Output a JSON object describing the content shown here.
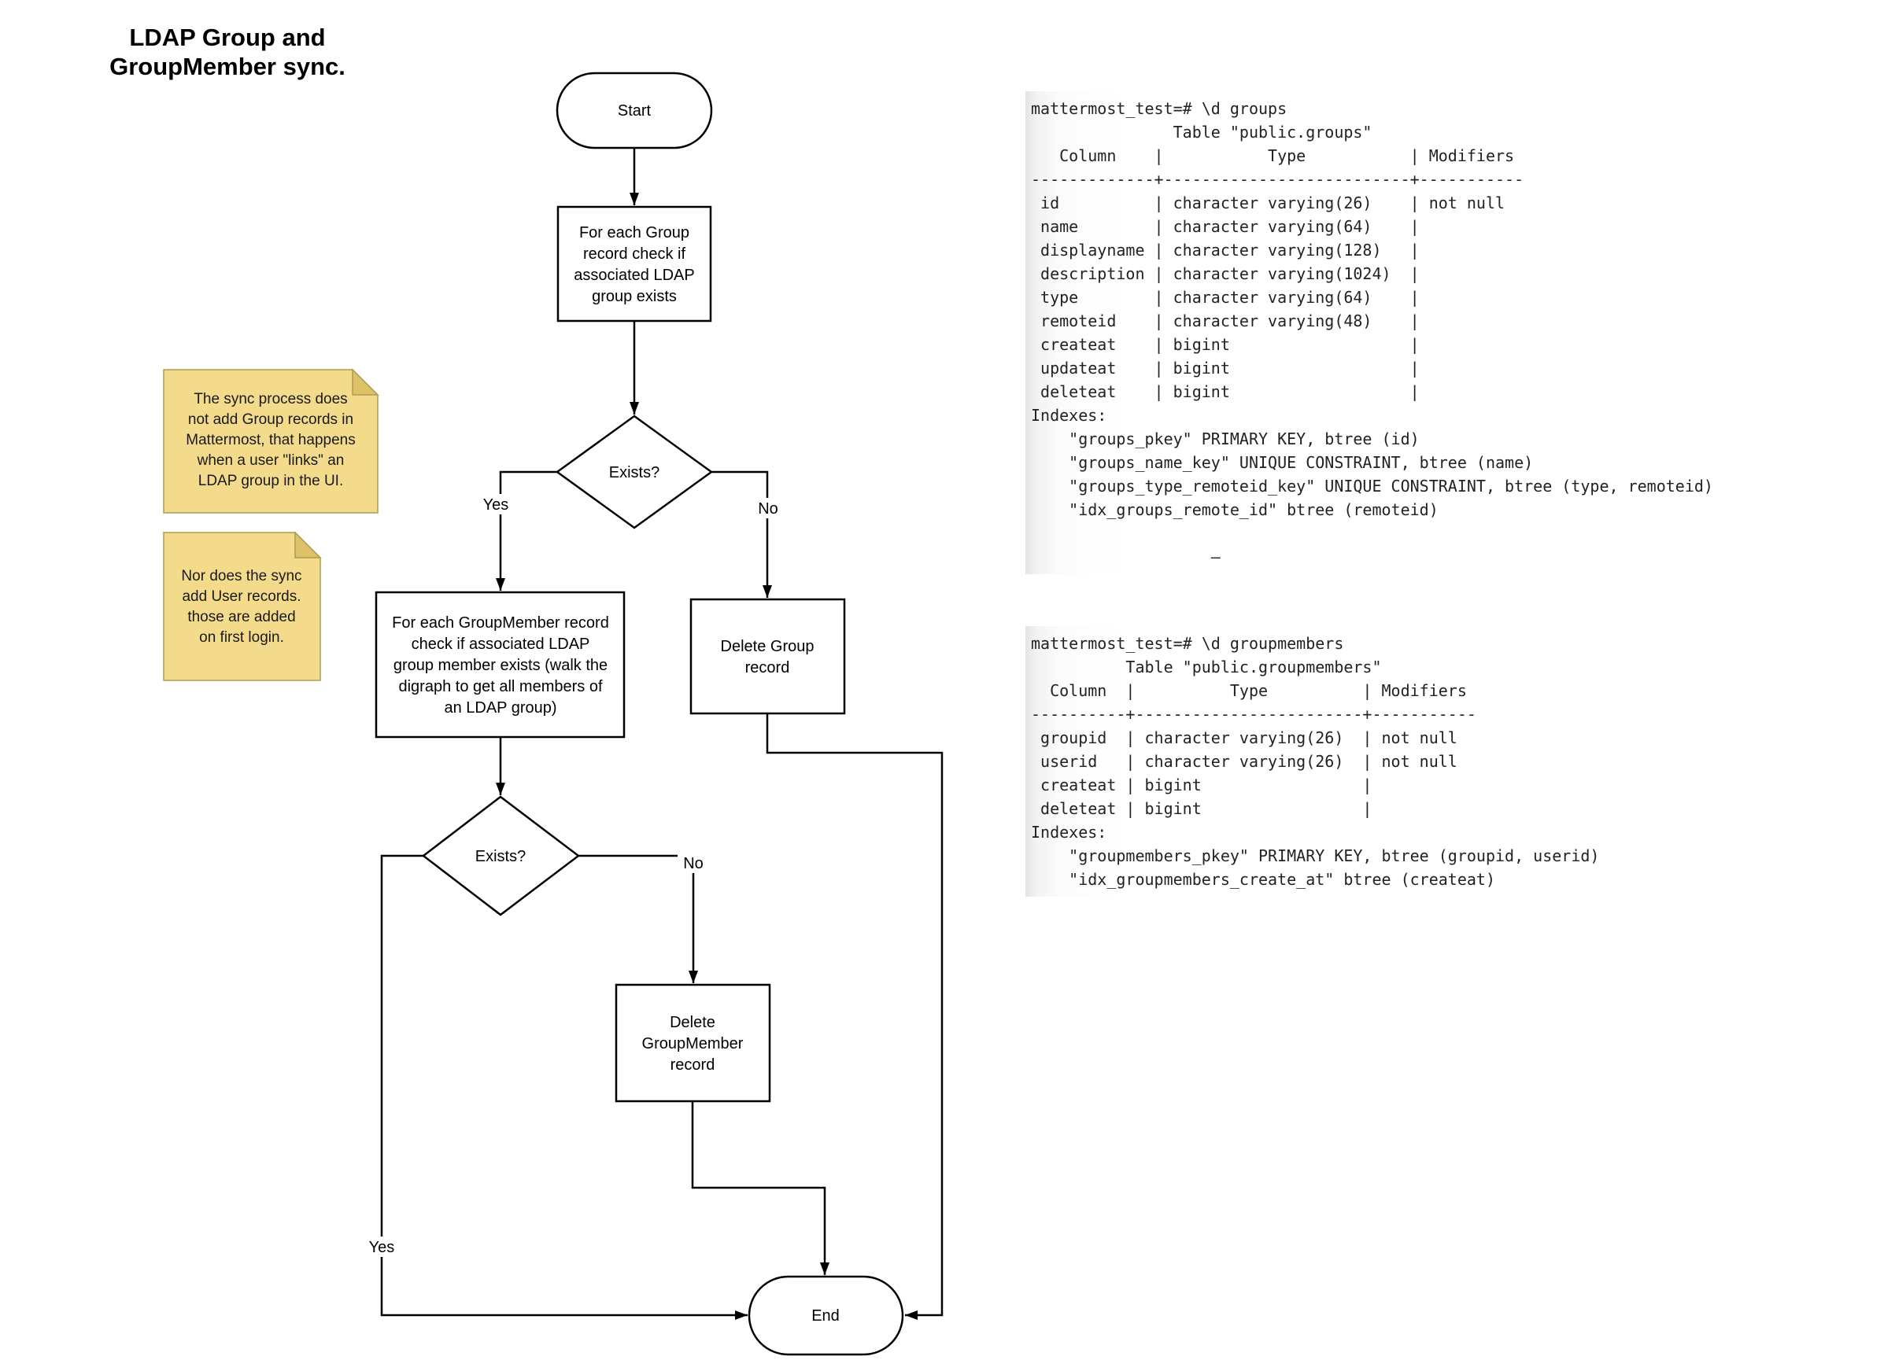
{
  "title": {
    "lines": [
      "LDAP Group and",
      "GroupMember sync."
    ]
  },
  "flowchart": {
    "start_label": "Start",
    "check_group_box": {
      "lines": [
        "For each Group",
        "record check if",
        "associated LDAP",
        "group exists"
      ]
    },
    "exists_decision_1": "Exists?",
    "yes_label_1": "Yes",
    "no_label_1": "No",
    "check_groupmember_box": {
      "lines": [
        "For each GroupMember record",
        "check if associated LDAP",
        "group member exists (walk the",
        "digraph to get all members of",
        "an LDAP group)"
      ]
    },
    "delete_group_box": {
      "lines": [
        "Delete Group",
        "record"
      ]
    },
    "exists_decision_2": "Exists?",
    "yes_label_2": "Yes",
    "no_label_2": "No",
    "delete_groupmember_box": {
      "lines": [
        "Delete",
        "GroupMember",
        "record"
      ]
    },
    "end_label": "End"
  },
  "notes": [
    {
      "lines": [
        "The sync process does",
        "not add Group records in",
        "Mattermost, that happens",
        "when a user \"links\" an",
        "LDAP group in the UI."
      ]
    },
    {
      "lines": [
        "Nor does the sync",
        "add User records.",
        "those are added",
        "on first login."
      ]
    }
  ],
  "terminals": [
    {
      "lines": [
        "mattermost_test=# \\d groups",
        "               Table \"public.groups\"",
        "   Column    |           Type           | Modifiers",
        "-------------+--------------------------+-----------",
        " id          | character varying(26)    | not null",
        " name        | character varying(64)    | ",
        " displayname | character varying(128)   | ",
        " description | character varying(1024)  | ",
        " type        | character varying(64)    | ",
        " remoteid    | character varying(48)    | ",
        " createat    | bigint                   | ",
        " updateat    | bigint                   | ",
        " deleteat    | bigint                   | ",
        "Indexes:",
        "    \"groups_pkey\" PRIMARY KEY, btree (id)",
        "    \"groups_name_key\" UNIQUE CONSTRAINT, btree (name)",
        "    \"groups_type_remoteid_key\" UNIQUE CONSTRAINT, btree (type, remoteid)",
        "    \"idx_groups_remote_id\" btree (remoteid)",
        "",
        "                   –"
      ]
    },
    {
      "lines": [
        "mattermost_test=# \\d groupmembers",
        "          Table \"public.groupmembers\"",
        "  Column  |          Type          | Modifiers",
        "----------+------------------------+-----------",
        " groupid  | character varying(26)  | not null",
        " userid   | character varying(26)  | not null",
        " createat | bigint                 | ",
        " deleteat | bigint                 | ",
        "Indexes:",
        "    \"groupmembers_pkey\" PRIMARY KEY, btree (groupid, userid)",
        "    \"idx_groupmembers_create_at\" btree (createat)"
      ]
    }
  ],
  "colors": {
    "note_fill": "#F3DB8B",
    "note_fold": "#DCC167",
    "note_stroke": "#AE9B55",
    "shape_stroke": "#000000",
    "terminal_text": "#222222"
  }
}
